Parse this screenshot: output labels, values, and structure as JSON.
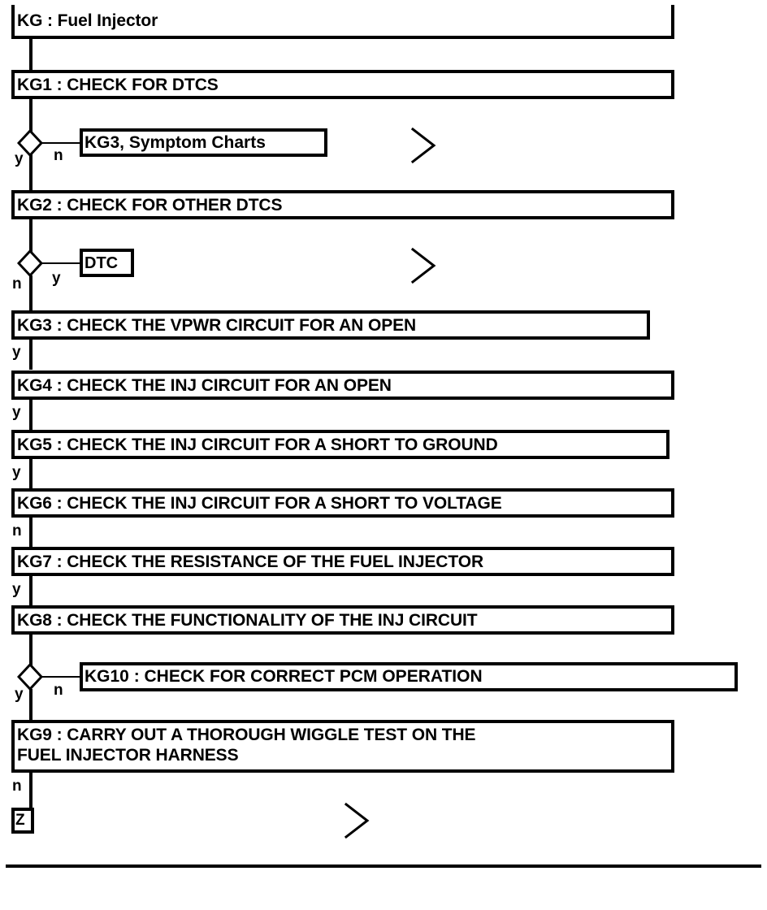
{
  "diagram": {
    "type": "flowchart",
    "title": "KG : Fuel Injector",
    "steps": [
      {
        "id": "KG",
        "label": "KG : Fuel Injector"
      },
      {
        "id": "KG1",
        "label": "KG1 : CHECK FOR DTCS"
      },
      {
        "id": "KG2",
        "label": "KG2 : CHECK FOR OTHER DTCS"
      },
      {
        "id": "KG3",
        "label": "KG3 : CHECK THE VPWR CIRCUIT FOR AN OPEN"
      },
      {
        "id": "KG4",
        "label": "KG4 : CHECK THE INJ CIRCUIT FOR AN OPEN"
      },
      {
        "id": "KG5",
        "label": "KG5 : CHECK THE INJ CIRCUIT FOR A SHORT TO GROUND"
      },
      {
        "id": "KG6",
        "label": "KG6 : CHECK THE INJ CIRCUIT FOR A SHORT TO VOLTAGE"
      },
      {
        "id": "KG7",
        "label": "KG7 : CHECK THE RESISTANCE OF THE FUEL INJECTOR"
      },
      {
        "id": "KG8",
        "label": "KG8 : CHECK THE FUNCTIONALITY OF THE INJ CIRCUIT"
      },
      {
        "id": "KG9",
        "label": "KG9 : CARRY OUT A THOROUGH WIGGLE TEST ON THE\nFUEL INJECTOR HARNESS"
      }
    ],
    "branch_targets": [
      {
        "id": "T1",
        "label": "KG3, Symptom Charts"
      },
      {
        "id": "T2",
        "label": "DTC"
      },
      {
        "id": "T3",
        "label": "KG10 : CHECK FOR CORRECT PCM OPERATION"
      },
      {
        "id": "T4",
        "label": "Z"
      }
    ],
    "branch_letters": {
      "d1_down": "y",
      "d1_right": "n",
      "d2_down": "n",
      "d2_right": "y",
      "kg3_out": "y",
      "kg4_out": "y",
      "kg5_out": "y",
      "kg6_out": "n",
      "kg7_out": "y",
      "d3_down": "y",
      "d3_right": "n",
      "kg9_out": "n"
    },
    "colors": {
      "stroke": "#000000",
      "fill": "#ffffff"
    }
  }
}
